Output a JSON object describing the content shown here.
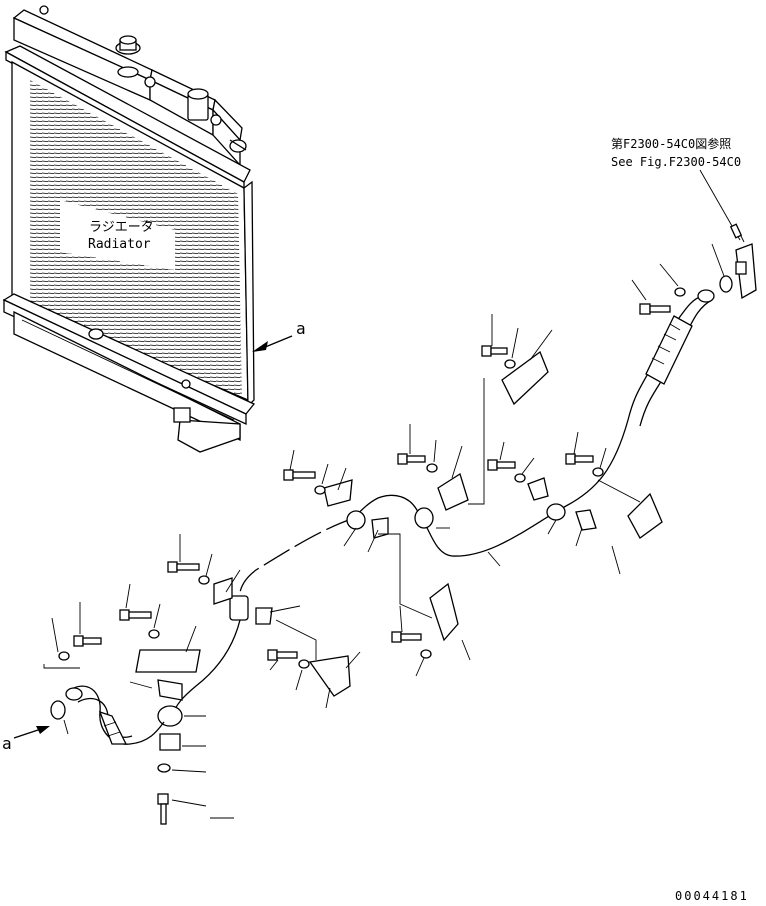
{
  "radiator": {
    "label_jp": "ラジエータ",
    "label_en": "Radiator"
  },
  "reference": {
    "line_jp": "第F2300-54C0図参照",
    "line_en": "See Fig.F2300-54C0"
  },
  "connection_mark": "a",
  "drawing_number": "00044181",
  "icons": [
    "bolt",
    "washer",
    "clamp",
    "bracket",
    "hose",
    "o-ring",
    "connector"
  ]
}
